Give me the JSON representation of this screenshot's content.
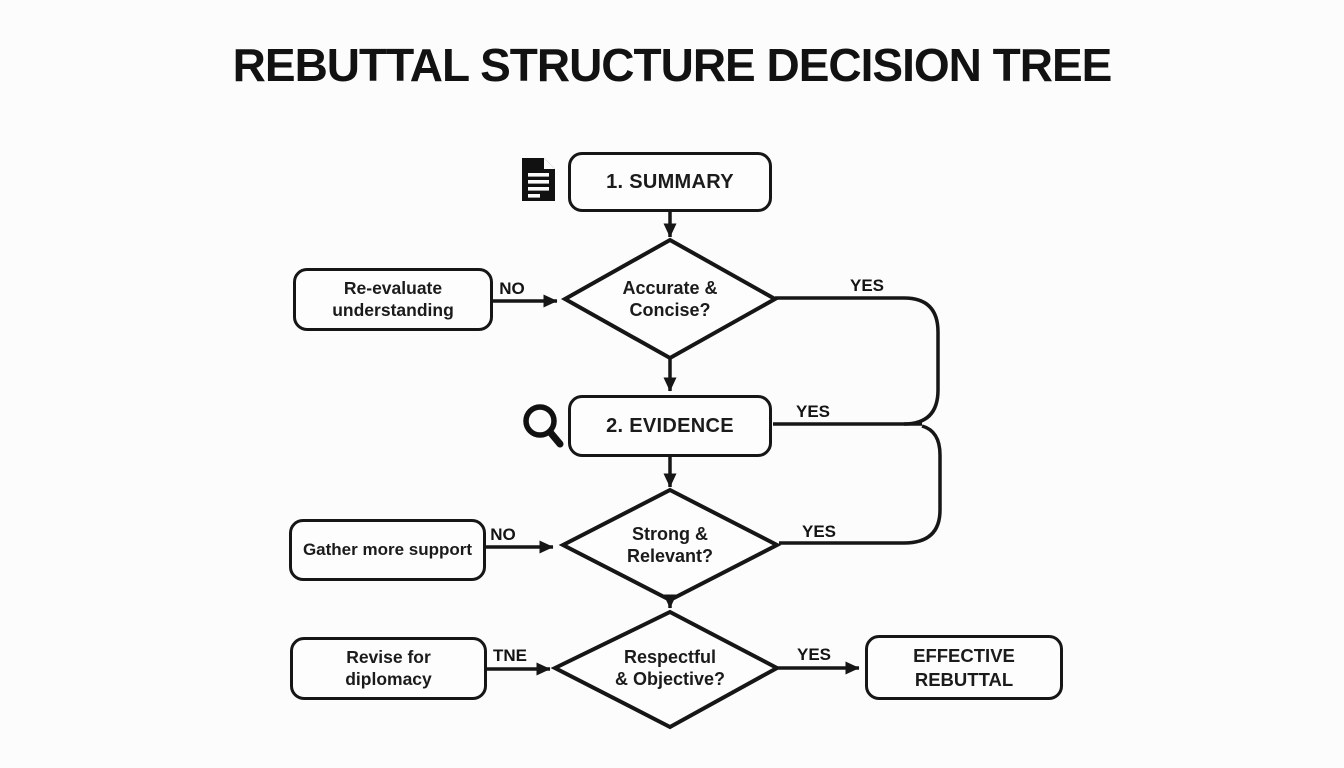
{
  "title": "REBUTTAL STRUCTURE DECISION TREE",
  "nodes": {
    "summary": {
      "label": "1. SUMMARY"
    },
    "evidence": {
      "label": "2. EVIDENCE"
    },
    "reevaluate": {
      "label": "Re-evaluate understanding"
    },
    "gather": {
      "label": "Gather more support"
    },
    "revise": {
      "label": "Revise for diplomacy"
    },
    "effective": {
      "label": "EFFECTIVE REBUTTAL"
    }
  },
  "decisions": {
    "accurate": {
      "line1": "Accurate &",
      "line2": "Concise?"
    },
    "strong": {
      "line1": "Strong &",
      "line2": "Relevant?"
    },
    "respectful": {
      "line1": "Respectful",
      "line2": "& Objective?"
    }
  },
  "edge_labels": {
    "no1": "NO",
    "yes1": "YES",
    "yes_evidence": "YES",
    "no2": "NO",
    "yes2": "YES",
    "tne": "TNE",
    "yes3": "YES"
  },
  "icons": {
    "summary_icon": "document-icon",
    "evidence_icon": "magnifier-icon"
  },
  "colors": {
    "line": "#161616",
    "background": "#fcfcfc",
    "node_fill": "#fdfdfd",
    "text": "#1b1b1b"
  }
}
